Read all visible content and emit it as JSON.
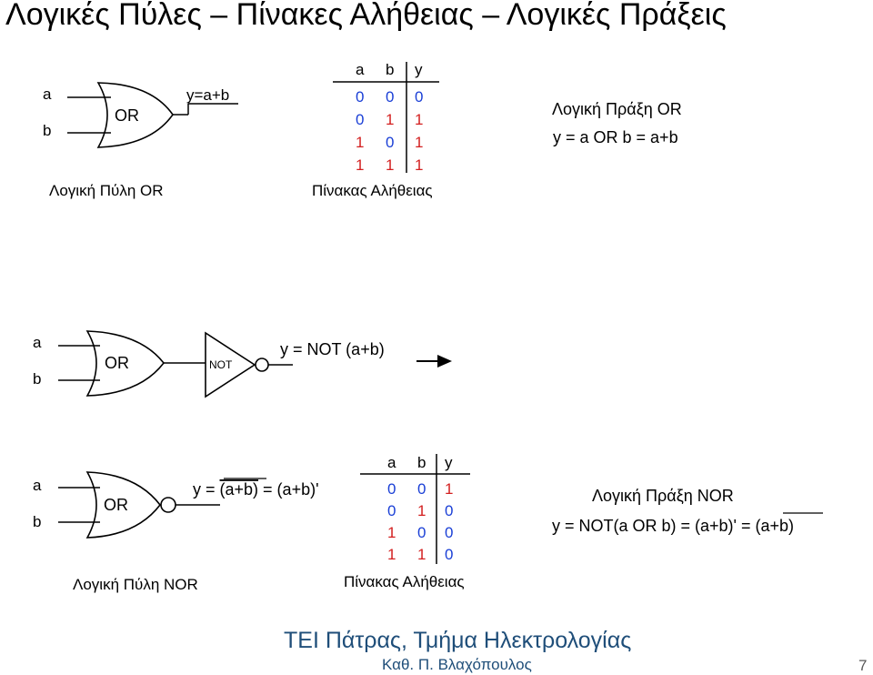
{
  "title": "Λογικές Πύλες – Πίνακες Αλήθειας – Λογικές Πράξεις",
  "or_section": {
    "input_a": "a",
    "input_b": "b",
    "gate_label": "OR",
    "output_expr": "y=a+b",
    "caption": "Λογική Πύλη OR",
    "table_headers": [
      "a",
      "b",
      "y"
    ],
    "table_rows": [
      [
        "0",
        "0",
        "0"
      ],
      [
        "0",
        "1",
        "1"
      ],
      [
        "1",
        "0",
        "1"
      ],
      [
        "1",
        "1",
        "1"
      ]
    ],
    "table_caption": "Πίνακας Αλήθειας",
    "op_title": "Λογική Πράξη OR",
    "op_expr": "y = a OR b = a+b"
  },
  "or_not_section": {
    "input_a": "a",
    "input_b": "b",
    "or_label": "OR",
    "not_label": "NOT",
    "output_expr": "y = NOT (a+b)"
  },
  "nor_section": {
    "input_a": "a",
    "input_b": "b",
    "gate_label": "OR",
    "expr_prefix": "y = ",
    "expr_overlined": "(a+b)",
    "expr_suffix": " = (a+b)'",
    "caption": "Λογική Πύλη NOR",
    "table_headers": [
      "a",
      "b",
      "y"
    ],
    "table_rows": [
      [
        "0",
        "0",
        "1"
      ],
      [
        "0",
        "1",
        "0"
      ],
      [
        "1",
        "0",
        "0"
      ],
      [
        "1",
        "1",
        "0"
      ]
    ],
    "table_caption": "Πίνακας Αλήθειας",
    "op_title": "Λογική Πράξη NOR",
    "op_expr_prefix": "y = NOT(a OR b) = (a+b)' = ",
    "op_expr_overlined": "(a+b)"
  },
  "colors": {
    "zero": "#1a3fd6",
    "one": "#d31f1f",
    "footer": "#1f4e79"
  },
  "footer": {
    "main": "ΤΕΙ Πάτρας, Τμήμα Ηλεκτρολογίας",
    "sub": "Καθ. Π. Βλαχόπουλος",
    "page": "7"
  }
}
